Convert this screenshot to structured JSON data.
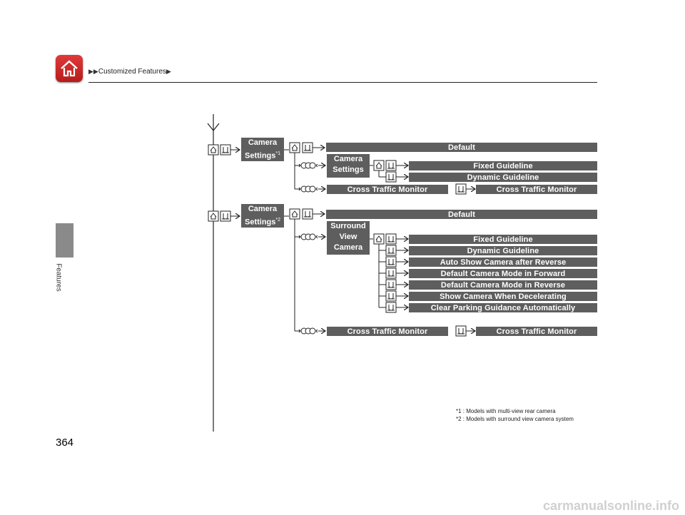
{
  "header": {
    "breadcrumb_arrows": "▶▶",
    "breadcrumb_text": "Customized Features",
    "breadcrumb_end_arrow": "▶",
    "home_icon": "home-icon"
  },
  "side_tab": {
    "label": "Features"
  },
  "page_number": "364",
  "diagram": {
    "group1": {
      "menu_label_line1": "Camera",
      "menu_label_line2": "Settings",
      "menu_label_note": "*1",
      "default_label": "Default",
      "submenu_label_line1": "Camera",
      "submenu_label_line2": "Settings",
      "options": [
        "Fixed Guideline",
        "Dynamic Guideline"
      ],
      "ctm_label": "Cross Traffic Monitor",
      "ctm_option": "Cross Traffic Monitor"
    },
    "group2": {
      "menu_label_line1": "Camera",
      "menu_label_line2": "Settings",
      "menu_label_note": "*2",
      "default_label": "Default",
      "submenu_label_line1": "Surround",
      "submenu_label_line2": "View",
      "submenu_label_line3": "Camera",
      "options": [
        "Fixed Guideline",
        "Dynamic Guideline",
        "Auto Show Camera after Reverse",
        "Default Camera Mode in Forward",
        "Default Camera Mode in Reverse",
        "Show Camera When Decelerating",
        "Clear Parking Guidance Automatically"
      ],
      "ctm_label": "Cross Traffic Monitor",
      "ctm_option": "Cross Traffic Monitor"
    }
  },
  "footnotes": [
    "*1 : Models with multi-view rear camera",
    "*2 : Models with surround view camera system"
  ],
  "watermark": "carmanualsonline.info"
}
